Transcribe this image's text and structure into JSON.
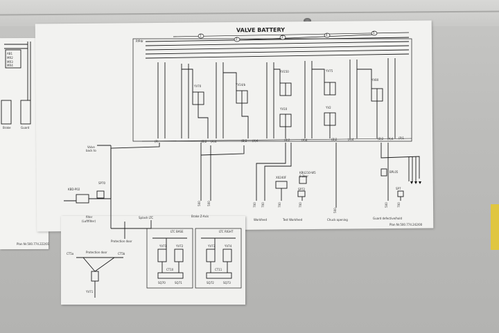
{
  "main_sheet": {
    "title": "VALVE BATTERY",
    "ref_number": "Plan Nr.500.774.242/00",
    "top_left_label": "P/Pdr",
    "bus_numbers": [
      "1",
      "2",
      "3",
      "4",
      "5"
    ],
    "valves": [
      "YV70",
      "YV14/b",
      "YV150",
      "YV75",
      "YV80",
      "YV10",
      "YV2"
    ],
    "port_labels": [
      "(P)",
      "(B)2",
      "(A)4",
      "(B)2",
      "(A)4",
      "(B)2",
      "(A)4",
      "(B)2",
      "(A)4",
      "(B)2",
      "(A)4",
      "(P)1"
    ],
    "left_labels": [
      "Valve",
      "back to"
    ],
    "mid_labels": [
      "X0240F",
      "KBU210-W5",
      "0.2bar",
      "SP72"
    ],
    "bplus_label": "BPL05",
    "sp_label": "SP7",
    "bottom_labels": [
      "Brake Z-Axis",
      "Workfeed",
      "Test Workfeed",
      "Chuck opening",
      "Guard defective/hold"
    ],
    "wire_labels": [
      "500",
      "500",
      "700",
      "700",
      "700",
      "700",
      "500",
      "500",
      "700"
    ],
    "kbd_label": "KBD-P02",
    "sp_box_label": "SP70",
    "filter_label": "filter",
    "afflux_label": "(Luftfilter)",
    "protect_label": "Protection door",
    "splash_label": "Splash LTC"
  },
  "lower_sheet": {
    "door_labels": [
      "CT5a",
      "Protection door",
      "CT5b"
    ],
    "ltc_left_title": "LTC BASE",
    "ltc_right_title": "LTC RIGHT",
    "ltc_left_valves": [
      "YV71",
      "YV72"
    ],
    "ltc_right_valves": [
      "YV73",
      "YV74"
    ],
    "ltc_left_bottom": [
      "SQ70",
      "SQ71"
    ],
    "ltc_right_bottom": [
      "SQ72",
      "SQ73"
    ],
    "ctlbl": [
      "CT10",
      "CT11"
    ],
    "yv_bottom": "YV71"
  },
  "left_sheet": {
    "ref_number": "Plan Nr.500.774.222/01",
    "box_labels": [
      "AB1",
      "MR2",
      "MR3",
      "MR4"
    ],
    "footer_labels": [
      "Brake",
      "Guard"
    ]
  }
}
